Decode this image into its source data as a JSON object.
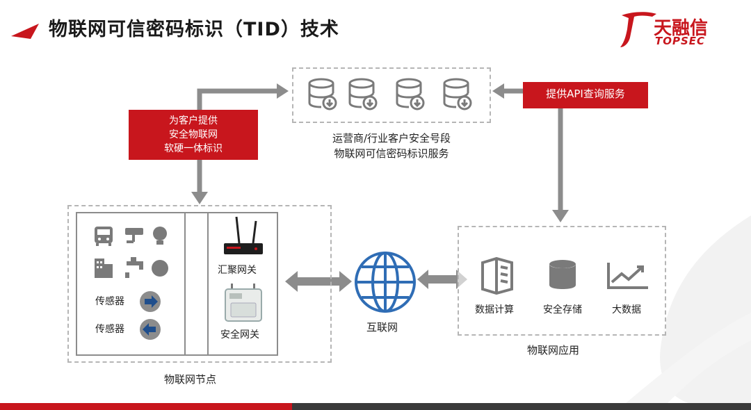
{
  "title": "物联网可信密码标识（TID）技术",
  "logo": {
    "cn": "天融信",
    "en": "TOPSEC"
  },
  "top_service": {
    "line1": "运营商/行业客户安全号段",
    "line2": "物联网可信密码标识服务"
  },
  "left_callout": {
    "line1": "为客户提供",
    "line2": "安全物联网",
    "line3": "软硬一体标识"
  },
  "right_callout": "提供API查询服务",
  "node": {
    "caption": "物联网节点",
    "sensor1": "传感器",
    "sensor2": "传感器",
    "gateway_agg": "汇聚网关",
    "gateway_sec": "安全网关"
  },
  "internet": "互联网",
  "app": {
    "caption": "物联网应用",
    "item1": "数据计算",
    "item2": "安全存储",
    "item3": "大数据"
  },
  "colors": {
    "accent_red": "#c8161d",
    "arrow_gray": "#8c8c8c",
    "icon_gray": "#7a7a7a",
    "globe_blue": "#2f6db5"
  }
}
